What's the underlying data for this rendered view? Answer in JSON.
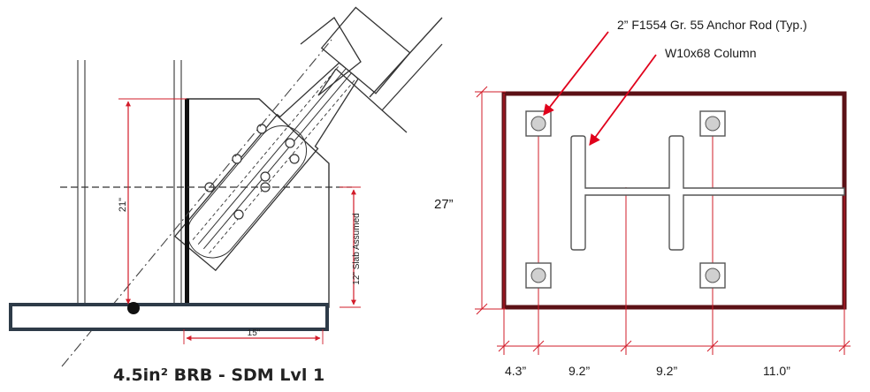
{
  "left_detail": {
    "title": "4.5in² BRB - SDM Lvl 1",
    "dim_vertical": "21\"",
    "dim_horizontal": "15\"",
    "slab_note": "12\" Slab Assumed"
  },
  "right_detail": {
    "anchor_rod_label": "2” F1554 Gr. 55 Anchor Rod (Typ.)",
    "column_label": "W10x68 Column",
    "height_dim": "27”",
    "width_dims": [
      "4.3”",
      "9.2”",
      "9.2”",
      "11.0”"
    ]
  },
  "colors": {
    "plate_outline": "#5c1116",
    "arrow": "#e0001b",
    "dim_line": "#d21c2a",
    "slab_outline": "#2e3b48"
  }
}
